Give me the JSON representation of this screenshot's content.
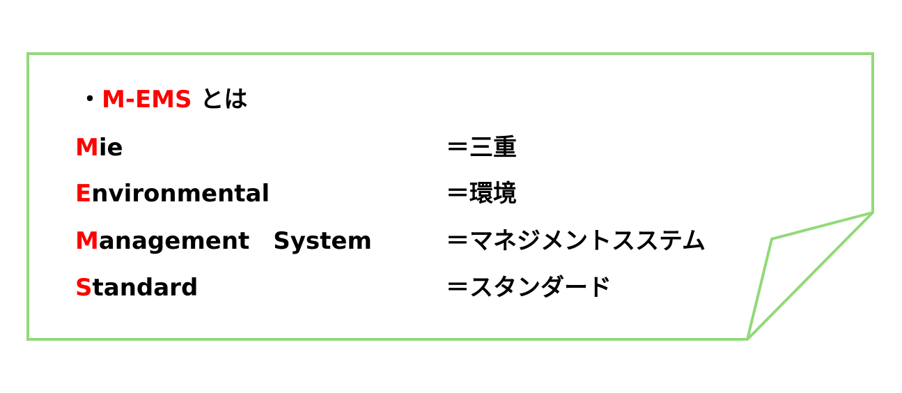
{
  "colors": {
    "border": "#92d97a",
    "accent": "#ff0000",
    "text": "#000000"
  },
  "heading": {
    "bullet": "・",
    "term": "M-EMS",
    "suffix": " とは"
  },
  "rows": [
    {
      "initial": "M",
      "rest": "ie",
      "meaning": "＝三重"
    },
    {
      "initial": "E",
      "rest": "nvironmental",
      "meaning": "＝環境"
    },
    {
      "initial": "M",
      "rest": "anagement　System",
      "meaning": "＝マネジメントスステム"
    },
    {
      "initial": "S",
      "rest": "tandard",
      "meaning": "＝スタンダード"
    }
  ]
}
